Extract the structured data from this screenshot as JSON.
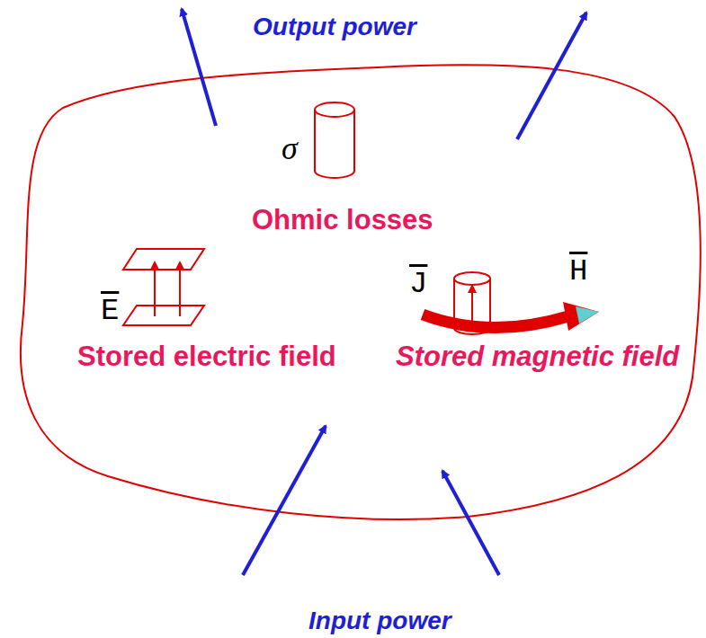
{
  "diagram": {
    "labels": [
      "Output power",
      "σ",
      "Ohmic losses",
      "E",
      "H",
      "J",
      "Stored electric field",
      "Stored magnetic field",
      "Input power"
    ]
  }
}
